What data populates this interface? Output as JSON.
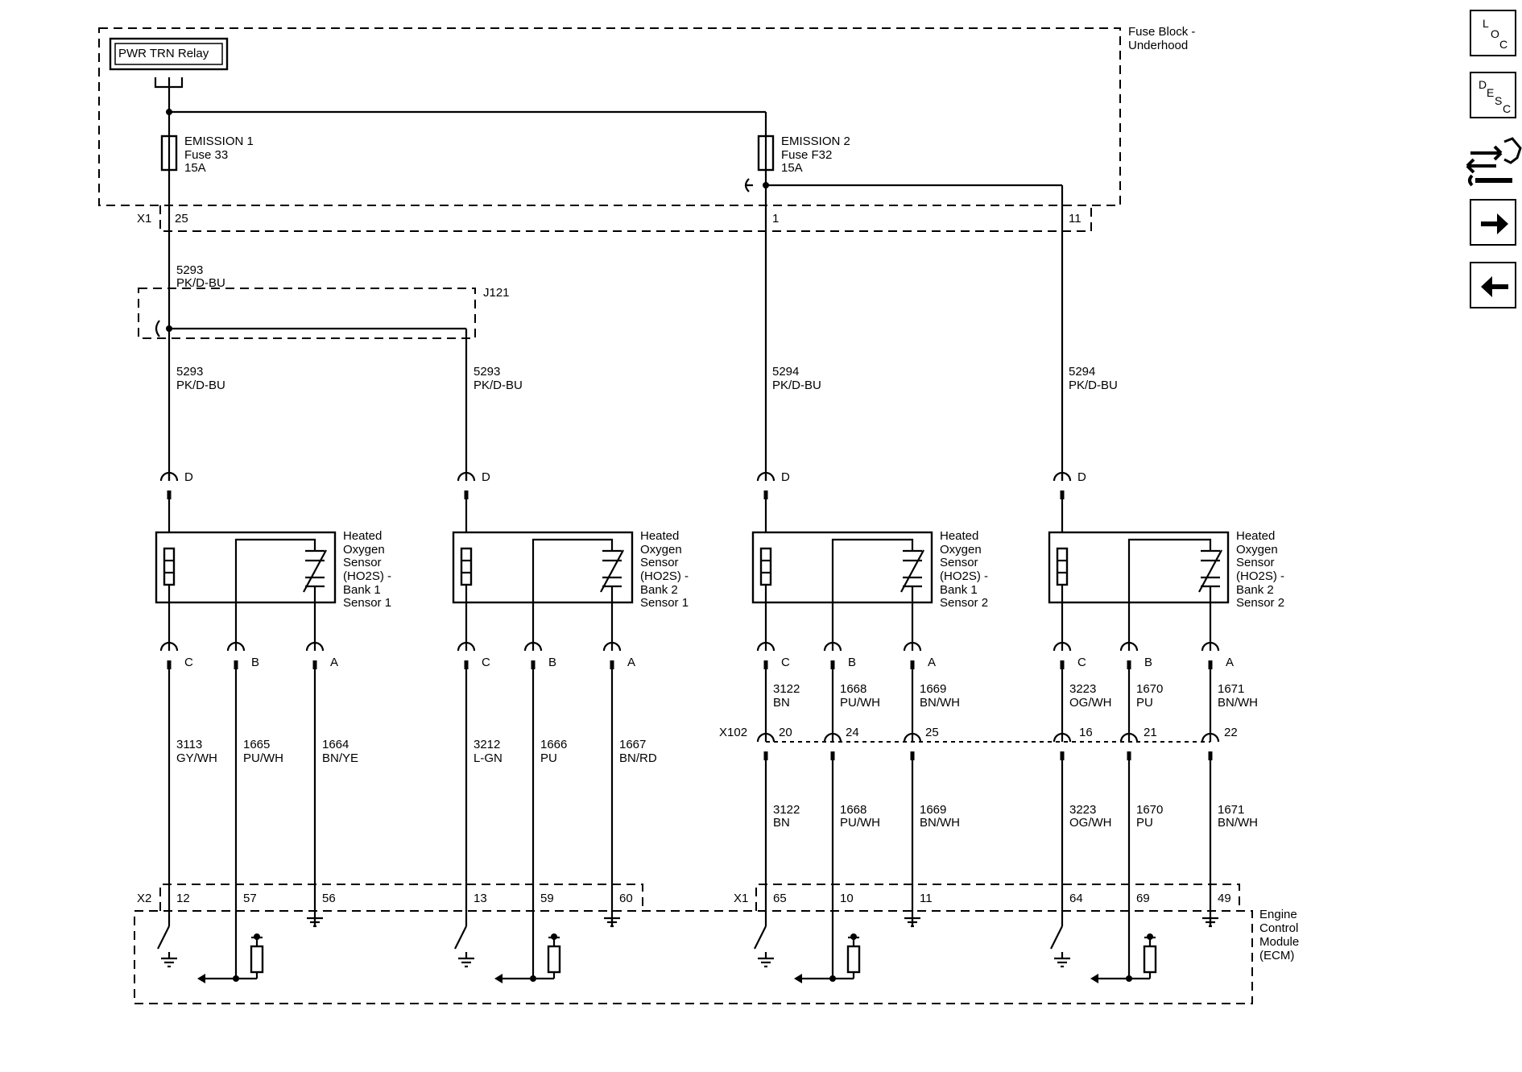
{
  "fuse_block": {
    "label_line1": "Fuse Block -",
    "label_line2": "Underhood"
  },
  "relay": {
    "label": "PWR TRN Relay"
  },
  "fuses": [
    {
      "line1": "EMISSION 1",
      "line2": "Fuse 33",
      "line3": "15A"
    },
    {
      "line1": "EMISSION 2",
      "line2": "Fuse F32",
      "line3": "15A"
    }
  ],
  "connectors": {
    "x1": "X1",
    "x2": "X2",
    "x102": "X102",
    "j121": "J121"
  },
  "fuse_block_pins": [
    "25",
    "1",
    "11"
  ],
  "feed_wires": [
    {
      "circuit": "5293",
      "color": "PK/D-BU"
    },
    {
      "circuit": "5293",
      "color": "PK/D-BU"
    },
    {
      "circuit": "5293",
      "color": "PK/D-BU"
    },
    {
      "circuit": "5294",
      "color": "PK/D-BU"
    },
    {
      "circuit": "5294",
      "color": "PK/D-BU"
    }
  ],
  "sensors": [
    {
      "l1": "Heated",
      "l2": "Oxygen",
      "l3": "Sensor",
      "l4": "(HO2S) -",
      "l5": "Bank 1",
      "l6": "Sensor 1"
    },
    {
      "l1": "Heated",
      "l2": "Oxygen",
      "l3": "Sensor",
      "l4": "(HO2S) -",
      "l5": "Bank 2",
      "l6": "Sensor 1"
    },
    {
      "l1": "Heated",
      "l2": "Oxygen",
      "l3": "Sensor",
      "l4": "(HO2S) -",
      "l5": "Bank 1",
      "l6": "Sensor 2"
    },
    {
      "l1": "Heated",
      "l2": "Oxygen",
      "l3": "Sensor",
      "l4": "(HO2S) -",
      "l5": "Bank 2",
      "l6": "Sensor 2"
    }
  ],
  "sensor_pins": {
    "d": "D",
    "c": "C",
    "b": "B",
    "a": "A"
  },
  "wires_front": [
    {
      "circuit": "3113",
      "color": "GY/WH"
    },
    {
      "circuit": "1665",
      "color": "PU/WH"
    },
    {
      "circuit": "1664",
      "color": "BN/YE"
    },
    {
      "circuit": "3212",
      "color": "L-GN"
    },
    {
      "circuit": "1666",
      "color": "PU"
    },
    {
      "circuit": "1667",
      "color": "BN/RD"
    }
  ],
  "wires_rear_upper": [
    {
      "circuit": "3122",
      "color": "BN"
    },
    {
      "circuit": "1668",
      "color": "PU/WH"
    },
    {
      "circuit": "1669",
      "color": "BN/WH"
    },
    {
      "circuit": "3223",
      "color": "OG/WH"
    },
    {
      "circuit": "1670",
      "color": "PU"
    },
    {
      "circuit": "1671",
      "color": "BN/WH"
    }
  ],
  "wires_rear_lower": [
    {
      "circuit": "3122",
      "color": "BN"
    },
    {
      "circuit": "1668",
      "color": "PU/WH"
    },
    {
      "circuit": "1669",
      "color": "BN/WH"
    },
    {
      "circuit": "3223",
      "color": "OG/WH"
    },
    {
      "circuit": "1670",
      "color": "PU"
    },
    {
      "circuit": "1671",
      "color": "BN/WH"
    }
  ],
  "x102_pins": [
    "20",
    "24",
    "25",
    "16",
    "21",
    "22"
  ],
  "ecm_pins_x2": [
    "12",
    "57",
    "56",
    "13",
    "59",
    "60"
  ],
  "ecm_pins_x1": [
    "65",
    "10",
    "11",
    "64",
    "69",
    "49"
  ],
  "ecm": {
    "l1": "Engine",
    "l2": "Control",
    "l3": "Module",
    "l4": "(ECM)"
  },
  "nav": {
    "loc": {
      "l": "L",
      "o": "O",
      "c": "C"
    },
    "desc": {
      "d": "D",
      "e": "E",
      "s": "S",
      "c": "C"
    }
  }
}
